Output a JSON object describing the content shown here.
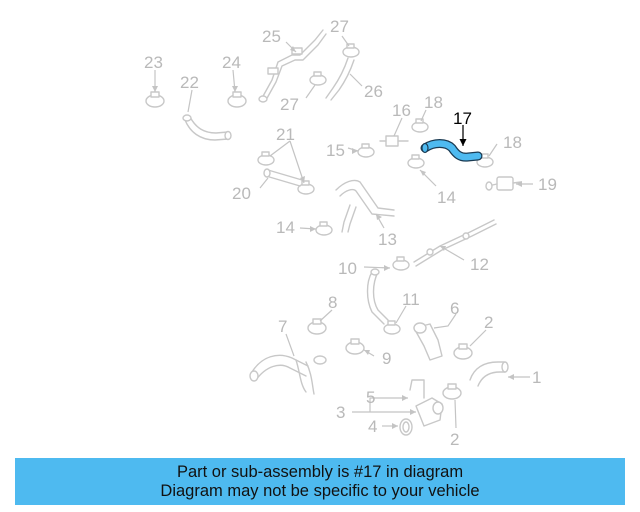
{
  "diagram": {
    "highlight_color": "#4ebaf0",
    "part_color": "#c8c8c8",
    "label_color": "#b9b9b9",
    "labels": [
      {
        "id": "l1",
        "text": "1",
        "highlight": false
      },
      {
        "id": "l2a",
        "text": "2",
        "highlight": false
      },
      {
        "id": "l2b",
        "text": "2",
        "highlight": false
      },
      {
        "id": "l3",
        "text": "3",
        "highlight": false
      },
      {
        "id": "l4",
        "text": "4",
        "highlight": false
      },
      {
        "id": "l5",
        "text": "5",
        "highlight": false
      },
      {
        "id": "l6",
        "text": "6",
        "highlight": false
      },
      {
        "id": "l7",
        "text": "7",
        "highlight": false
      },
      {
        "id": "l8",
        "text": "8",
        "highlight": false
      },
      {
        "id": "l9",
        "text": "9",
        "highlight": false
      },
      {
        "id": "l10",
        "text": "10",
        "highlight": false
      },
      {
        "id": "l11",
        "text": "11",
        "highlight": false
      },
      {
        "id": "l12",
        "text": "12",
        "highlight": false
      },
      {
        "id": "l13",
        "text": "13",
        "highlight": false
      },
      {
        "id": "l14a",
        "text": "14",
        "highlight": false
      },
      {
        "id": "l14b",
        "text": "14",
        "highlight": false
      },
      {
        "id": "l15",
        "text": "15",
        "highlight": false
      },
      {
        "id": "l16",
        "text": "16",
        "highlight": false
      },
      {
        "id": "l17",
        "text": "17",
        "highlight": true
      },
      {
        "id": "l18a",
        "text": "18",
        "highlight": false
      },
      {
        "id": "l18b",
        "text": "18",
        "highlight": false
      },
      {
        "id": "l19",
        "text": "19",
        "highlight": false
      },
      {
        "id": "l20",
        "text": "20",
        "highlight": false
      },
      {
        "id": "l21",
        "text": "21",
        "highlight": false
      },
      {
        "id": "l22",
        "text": "22",
        "highlight": false
      },
      {
        "id": "l23",
        "text": "23",
        "highlight": false
      },
      {
        "id": "l24",
        "text": "24",
        "highlight": false
      },
      {
        "id": "l25",
        "text": "25",
        "highlight": false
      },
      {
        "id": "l26",
        "text": "26",
        "highlight": false
      },
      {
        "id": "l27a",
        "text": "27",
        "highlight": false
      },
      {
        "id": "l27b",
        "text": "27",
        "highlight": false
      }
    ]
  },
  "banner": {
    "line1": "Part or sub-assembly is #17 in diagram",
    "line2": "Diagram may not be specific to your vehicle",
    "color": "#4ebaf0"
  }
}
